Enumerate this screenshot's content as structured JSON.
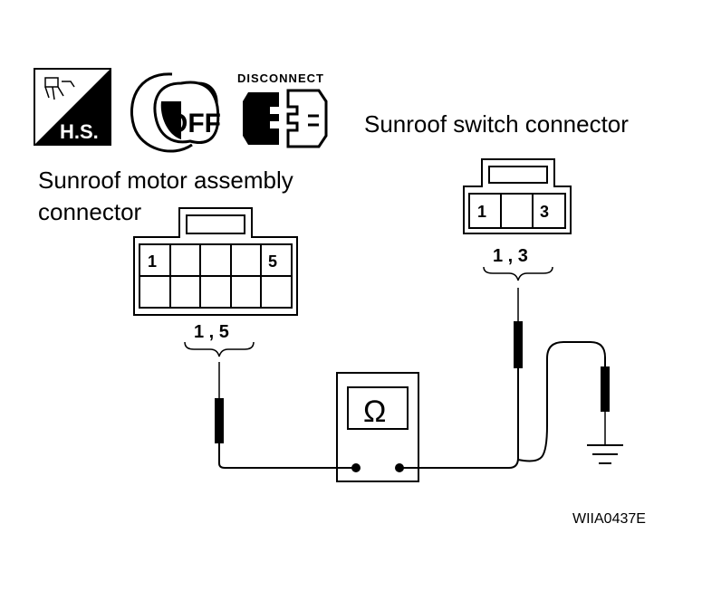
{
  "icons": {
    "hs_label": "H.S.",
    "off_label": "OFF",
    "disconnect_label": "DISCONNECT"
  },
  "motor_connector": {
    "title_line1": "Sunroof motor assembly",
    "title_line2": "connector",
    "pin_left": "1",
    "pin_right": "5",
    "terminals": "1 , 5"
  },
  "switch_connector": {
    "title": "Sunroof switch connector",
    "pin_left": "1",
    "pin_right": "3",
    "terminals": "1 , 3"
  },
  "meter": {
    "symbol": "Ω"
  },
  "figure_code": "WIIA0437E",
  "colors": {
    "ink": "#000000",
    "paper": "#ffffff"
  }
}
